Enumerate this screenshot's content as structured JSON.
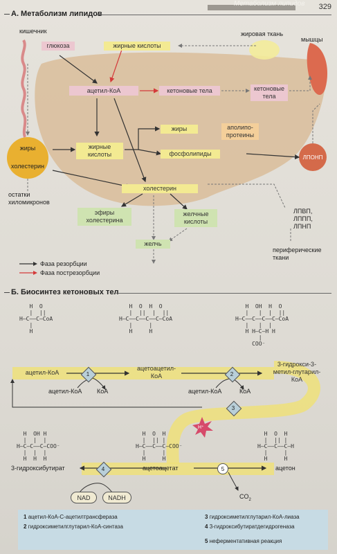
{
  "header": {
    "running_title": "Метаболизм липидов",
    "page_number": "329"
  },
  "section_a": {
    "title": "А. Метаболизм липидов",
    "labels": {
      "intestine": "кишечник",
      "adipose": "жировая ткань",
      "muscle": "мышцы",
      "glucose": "глюкоза",
      "fatty_acids_top": "жирные кислоты",
      "acetyl_coa": "ацетил-КоА",
      "ketone_bodies_1": "кетоновые тела",
      "ketone_bodies_2": "кетоновые тела",
      "fats_left": "жиры",
      "cholesterol_left": "холестерин",
      "chylo_remnants": "остатки хиломикронов",
      "fatty_acids_mid": "жирные кислоты",
      "fats": "жиры",
      "apolipoproteins": "аполипо-протеины",
      "phospholipids": "фосфолипиды",
      "lponp": "ЛПОНП",
      "cholesterol": "холестерин",
      "esters": "эфиры холестерина",
      "bile_acids": "желчные кислоты",
      "bile": "желчь",
      "lipoproteins": "ЛПВП, ЛППП, ЛПНП",
      "peripheral": "периферические ткани"
    },
    "legend": [
      {
        "label": "Фаза резорбции",
        "color": "#333333"
      },
      {
        "label": "Фаза пострезорбции",
        "color": "#d43a3a"
      }
    ]
  },
  "section_b": {
    "title": "Б. Биосинтез кетоновых тел",
    "labels": {
      "acetyl_coa": "ацетил-КоА",
      "acetoacetyl_coa": "ацетоацетил-КоА",
      "hmg_coa": "3-гидрокси-3-метил-глутарил-КоА",
      "acetyl_coa_in1": "ацетил-КоА",
      "coa_out1": "КоА",
      "acetyl_coa_in2": "ацетил-КоА",
      "coa_out2": "КоА",
      "hydroxybutyrate": "3-гидроксибутират",
      "acetoacetate": "ацетоацетат",
      "acetone": "ацетон",
      "nad": "NAD",
      "nadh": "NADH",
      "co2": "CO",
      "co2_sub": "2",
      "h_plus": "H⁺"
    },
    "steps": [
      "1",
      "2",
      "3",
      "4",
      "5"
    ],
    "formulas": {
      "acetyl": "   H  O\n   |  ||\nH—C——C—CoA\n   |\n   H",
      "acetoacetyl": "   H  O  H  O\n   |  ||  |  ||\nH—C——C——C——C—CoA\n   |     |\n   H     H",
      "hmg": "   H  OH  H  O\n   |   |  |  ||\nH—C——C——C——C—CoA\n   |   |  |\n   H H—C—H H\n       |\n     COO⁻",
      "hydroxy": "  H  OH H\n  |  |  |\nH—C—C——C—COO⁻\n  |  |  |\n  H  H  H",
      "acetoacetate": "  H  O  H\n  |  || |\nH—C——C——C—COO⁻\n  |     |\n  H     H",
      "acetone": "  H  O  H\n  |  || |\nH—C——C——C—H\n  |     |\n  H     H"
    },
    "enzymes": [
      {
        "num": "1",
        "name": "ацетил-КоА-С-ацетилтрансфераза"
      },
      {
        "num": "2",
        "name": "гидроксиметилглутарил-КоА-синтаза"
      },
      {
        "num": "3",
        "name": "гидроксиметилглутарил-КоА-лиаза"
      },
      {
        "num": "4",
        "name": "3-гидроксибутиратдегидрогеназа"
      },
      {
        "num": "5",
        "name": "неферментативная реакция"
      }
    ]
  }
}
